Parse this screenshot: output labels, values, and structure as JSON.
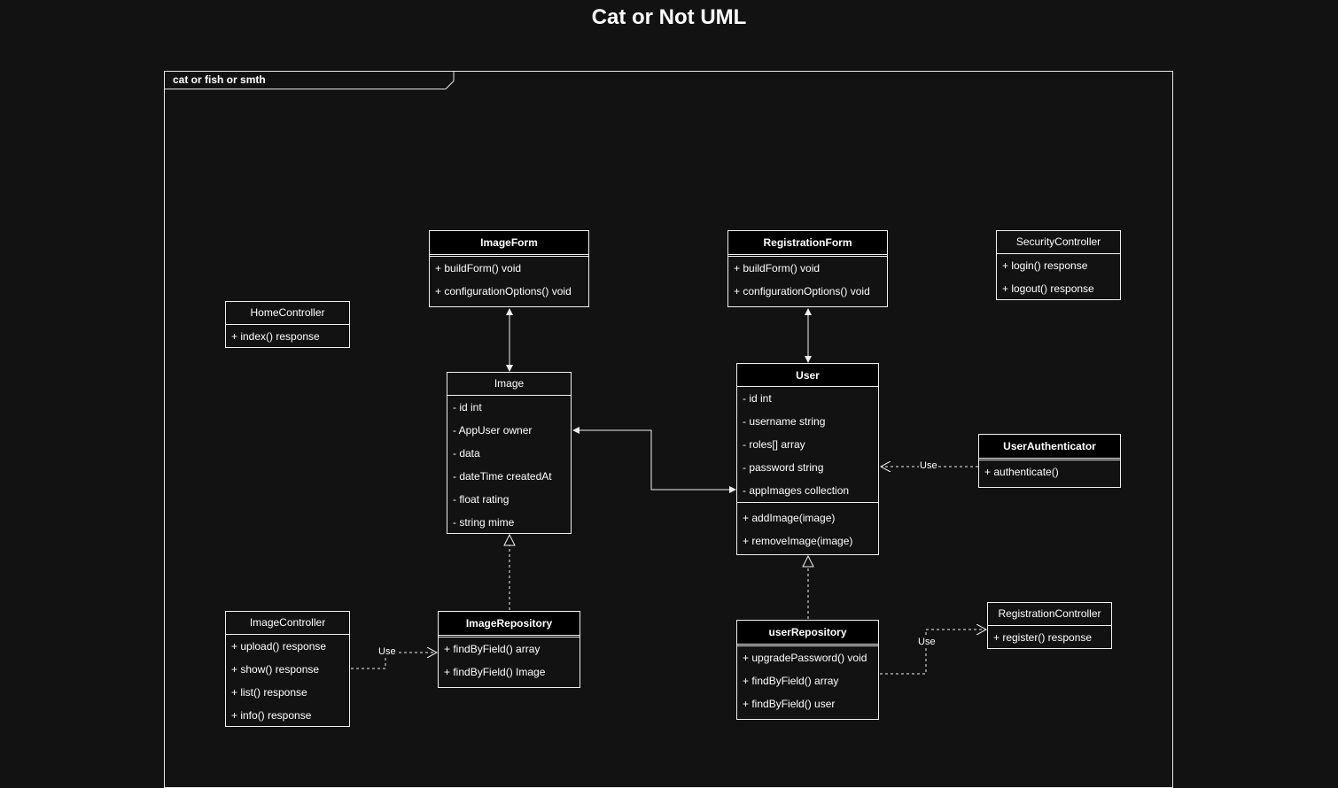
{
  "diagram_title": "Cat or Not UML",
  "frame_label": "cat or fish or smth",
  "classes": {
    "image_form": {
      "name": "ImageForm",
      "ops": [
        "+ buildForm() void",
        "+ configurationOptions() void"
      ]
    },
    "registration_form": {
      "name": "RegistrationForm",
      "ops": [
        "+ buildForm() void",
        "+ configurationOptions() void"
      ]
    },
    "security_controller": {
      "name": "SecurityController",
      "ops": [
        "+ login() response",
        "+ logout() response"
      ]
    },
    "home_controller": {
      "name": "HomeController",
      "ops": [
        "+ index() response"
      ]
    },
    "image": {
      "name": "Image",
      "attrs": [
        "- id int",
        "- AppUser owner",
        "- data",
        "- dateTime createdAt",
        "- float rating",
        "- string mime"
      ]
    },
    "user": {
      "name": "User",
      "attrs": [
        "- id int",
        "- username string",
        "- roles[] array",
        "- password string",
        "- appImages collection"
      ],
      "ops": [
        "+ addImage(image)",
        "+ removeImage(image)"
      ]
    },
    "user_authenticator": {
      "name": "UserAuthenticator",
      "ops": [
        "+ authenticate()"
      ]
    },
    "image_controller": {
      "name": "ImageController",
      "ops": [
        "+ upload() response",
        "+ show() response",
        "+ list() response",
        "+ info() response"
      ]
    },
    "image_repository": {
      "name": "ImageRepository",
      "ops": [
        "+ findByField() array",
        "+ findByField() Image"
      ]
    },
    "user_repository": {
      "name": "userRepository",
      "ops": [
        "+ upgradePassword() void",
        "+ findByField() array",
        "+ findByField() user"
      ]
    },
    "registration_controller": {
      "name": "RegistrationController",
      "ops": [
        "+ register() response"
      ]
    }
  },
  "connector_labels": {
    "use_auth": "Use",
    "use_image": "Use",
    "use_registration": "Use"
  },
  "colors": {
    "background": "#121212",
    "line": "#f0f0f0",
    "header_fill": "#000000"
  }
}
